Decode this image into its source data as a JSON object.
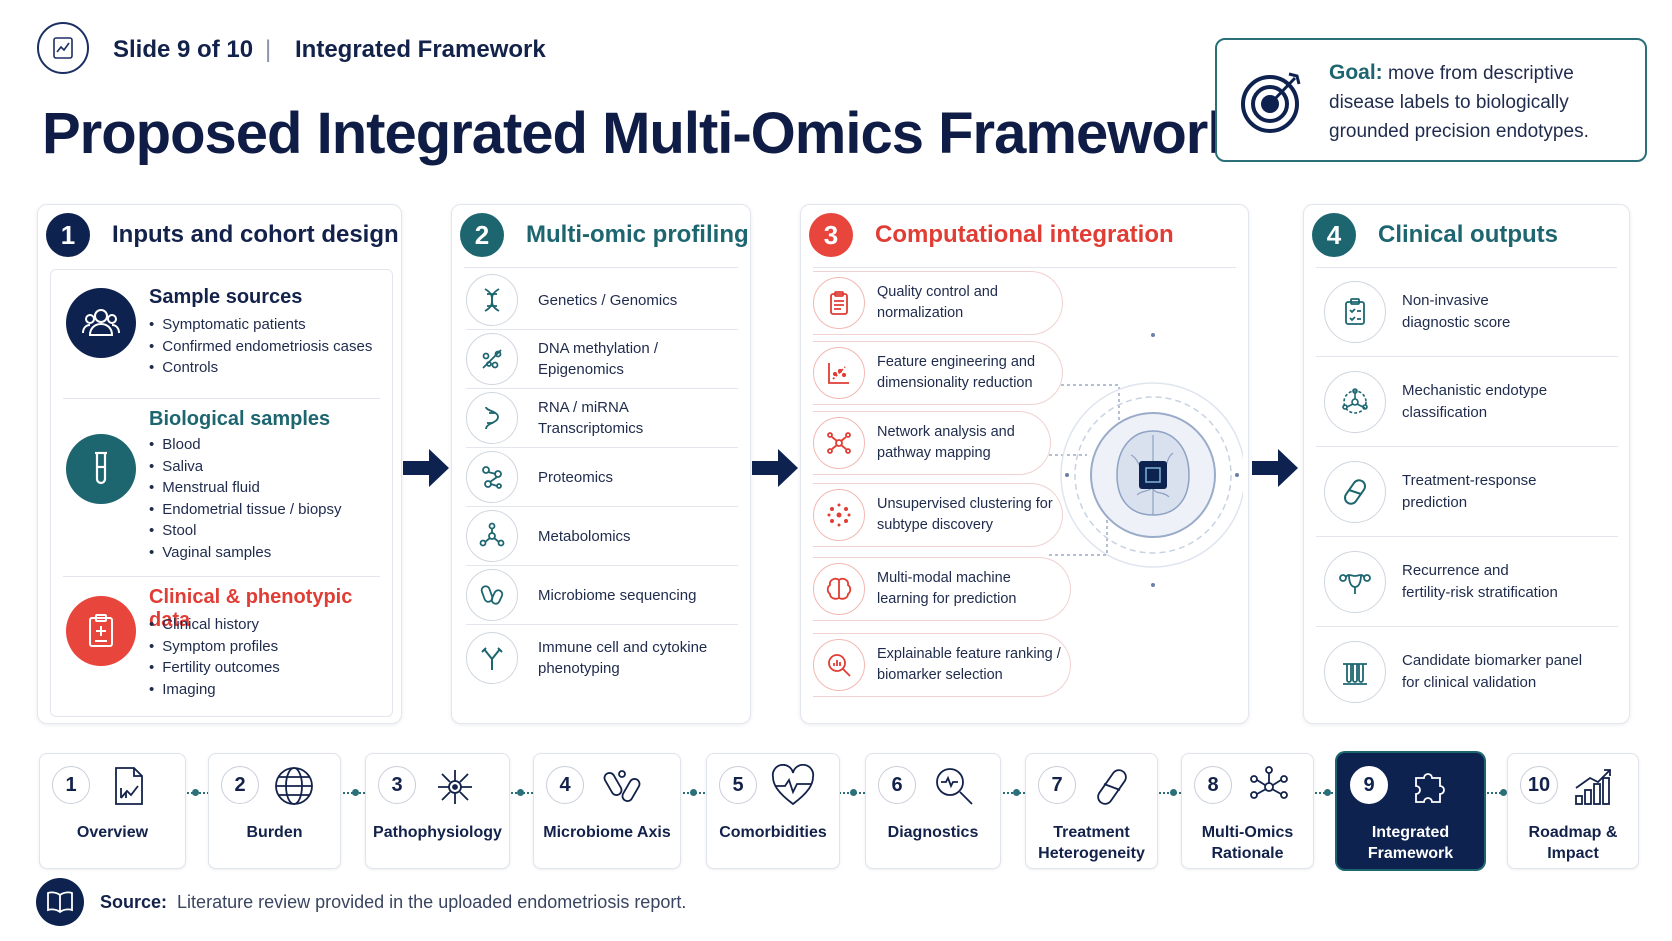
{
  "header": {
    "slide_label": "Slide 9 of 10",
    "separator": "|",
    "section_name": "Integrated Framework",
    "title": "Proposed Integrated Multi-Omics Framework"
  },
  "goal": {
    "label": "Goal:",
    "text": "move from descriptive disease labels to biologically grounded precision endotypes."
  },
  "panels": {
    "inputs": {
      "number": "1",
      "title": "Inputs and cohort design",
      "sections": [
        {
          "title": "Sample sources",
          "items": [
            "Symptomatic patients",
            "Confirmed endometriosis cases",
            "Controls"
          ]
        },
        {
          "title": "Biological samples",
          "items": [
            "Blood",
            "Saliva",
            "Menstrual fluid",
            "Endometrial tissue / biopsy",
            "Stool",
            "Vaginal samples"
          ]
        },
        {
          "title": "Clinical & phenotypic data",
          "items": [
            "Clinical history",
            "Symptom profiles",
            "Fertility outcomes",
            "Imaging"
          ]
        }
      ]
    },
    "profiling": {
      "number": "2",
      "title": "Multi-omic profiling",
      "items": [
        {
          "line1": "Genetics / Genomics",
          "line2": ""
        },
        {
          "line1": "DNA methylation /",
          "line2": "Epigenomics"
        },
        {
          "line1": "RNA / miRNA",
          "line2": "Transcriptomics"
        },
        {
          "line1": "Proteomics",
          "line2": ""
        },
        {
          "line1": "Metabolomics",
          "line2": ""
        },
        {
          "line1": "Microbiome sequencing",
          "line2": ""
        },
        {
          "line1": "Immune cell and cytokine",
          "line2": "phenotyping"
        }
      ]
    },
    "integration": {
      "number": "3",
      "title": "Computational integration",
      "items": [
        {
          "line1": "Quality control and",
          "line2": "normalization"
        },
        {
          "line1": "Feature engineering and",
          "line2": "dimensionality reduction"
        },
        {
          "line1": "Network analysis and",
          "line2": "pathway mapping"
        },
        {
          "line1": "Unsupervised clustering for",
          "line2": "subtype discovery"
        },
        {
          "line1": "Multi-modal machine",
          "line2": "learning for prediction"
        },
        {
          "line1": "Explainable feature ranking /",
          "line2": "biomarker selection"
        }
      ]
    },
    "outputs": {
      "number": "4",
      "title": "Clinical outputs",
      "items": [
        {
          "line1": "Non-invasive",
          "line2": "diagnostic score"
        },
        {
          "line1": "Mechanistic endotype",
          "line2": "classification"
        },
        {
          "line1": "Treatment-response",
          "line2": "prediction"
        },
        {
          "line1": "Recurrence and",
          "line2": "fertility-risk stratification"
        },
        {
          "line1": "Candidate biomarker panel",
          "line2": "for clinical validation"
        }
      ]
    }
  },
  "nav": [
    {
      "num": "1",
      "line1": "Overview",
      "line2": ""
    },
    {
      "num": "2",
      "line1": "Burden",
      "line2": ""
    },
    {
      "num": "3",
      "line1": "Pathophysiology",
      "line2": ""
    },
    {
      "num": "4",
      "line1": "Microbiome Axis",
      "line2": ""
    },
    {
      "num": "5",
      "line1": "Comorbidities",
      "line2": ""
    },
    {
      "num": "6",
      "line1": "Diagnostics",
      "line2": ""
    },
    {
      "num": "7",
      "line1": "Treatment",
      "line2": "Heterogeneity"
    },
    {
      "num": "8",
      "line1": "Multi-Omics",
      "line2": "Rationale"
    },
    {
      "num": "9",
      "line1": "Integrated",
      "line2": "Framework"
    },
    {
      "num": "10",
      "line1": "Roadmap &",
      "line2": "Impact"
    }
  ],
  "source": {
    "label": "Source:",
    "text": "Literature review provided in the uploaded endometriosis report."
  },
  "colors": {
    "navy": "#0e2250",
    "teal": "#1d6670",
    "red": "#e03d35"
  }
}
